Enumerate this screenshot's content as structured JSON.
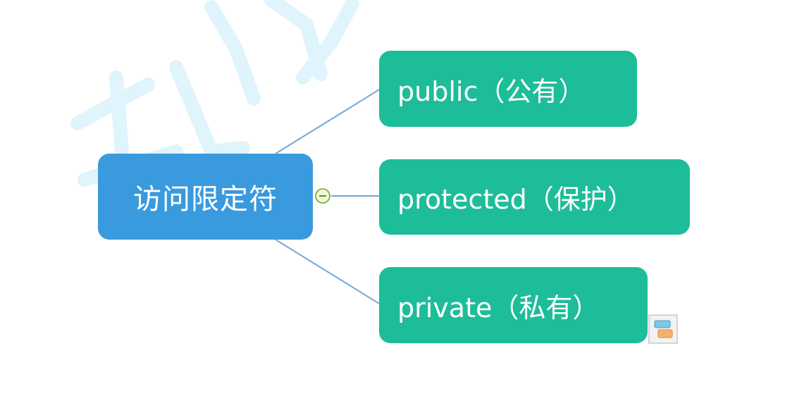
{
  "diagram": {
    "type": "mind-map",
    "root": {
      "label": "访问限定符",
      "color": "#3a9ade"
    },
    "children": [
      {
        "label": "public（公有）"
      },
      {
        "label": "protected（保护）"
      },
      {
        "label": "private（私有）"
      }
    ],
    "child_color": "#1ebd99",
    "connector_color": "#74a8d8",
    "collapse_icon": "minus-circle-icon",
    "attachment_icon": "note-icon"
  }
}
